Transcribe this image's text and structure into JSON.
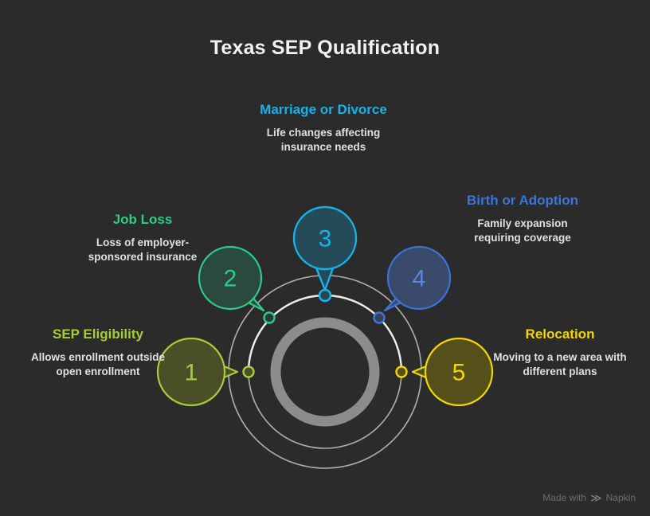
{
  "page": {
    "title": "Texas SEP Qualification",
    "background_color": "#2b2b2b"
  },
  "watermark": {
    "prefix": "Made with",
    "brand": "Napkin",
    "mark_icon": "napkin-chevrons-icon"
  },
  "diagram": {
    "type": "concentric-ring-callouts",
    "ring_colors": {
      "outer_ring": "#b0b0b0",
      "mid_arc_active": "#f0f0f0",
      "mid_ring": "#b0b0b0",
      "inner_band": "#8c8c8c"
    },
    "nodes": [
      {
        "number": "1",
        "title": "SEP Eligibility",
        "description": "Allows enrollment outside open enrollment",
        "color": "#a6ce39",
        "fill": "#4a4f27",
        "dot_color": "#a6ce39",
        "tail": "right"
      },
      {
        "number": "2",
        "title": "Job Loss",
        "description": "Loss of employer-sponsored insurance",
        "color": "#2ecc87",
        "fill": "#2a4a3f",
        "dot_color": "#2ecc87",
        "tail": "down-right"
      },
      {
        "number": "3",
        "title": "Marriage or Divorce",
        "description": "Life changes affecting insurance needs",
        "color": "#17b3e8",
        "fill": "#254b58",
        "dot_color": "#17b3e8",
        "tail": "down"
      },
      {
        "number": "4",
        "title": "Birth or Adoption",
        "description": "Family expansion requiring coverage",
        "color": "#3d74d6",
        "fill": "#3a4a6b",
        "dot_color": "#3d74d6",
        "tail": "down-left"
      },
      {
        "number": "5",
        "title": "Relocation",
        "description": "Moving to a new area with different plans",
        "color": "#f2d600",
        "fill": "#55501a",
        "dot_color": "#f2d600",
        "tail": "left"
      }
    ]
  }
}
